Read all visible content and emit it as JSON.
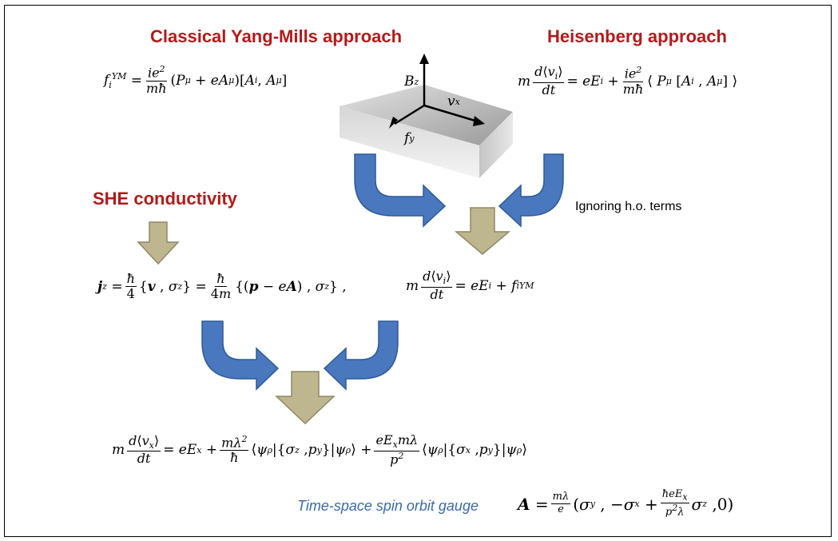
{
  "titles": {
    "yang_mills": "Classical Yang-Mills approach",
    "heisenberg": "Heisenberg  approach",
    "she": "SHE conductivity"
  },
  "notes": {
    "ignoring": "Ignoring h.o. terms",
    "gauge": "Time-space spin orbit gauge"
  },
  "block_axes": {
    "bz": "B",
    "bz_sub": "z",
    "vx": "v",
    "vx_sub": "x",
    "fy": "f",
    "fy_sub": "y"
  },
  "colors": {
    "title_red": "#b11b1b",
    "arrow_blue": "#4a78bf",
    "arrow_tan": "#bdb68f",
    "gauge_blue": "#3b6aa8"
  }
}
